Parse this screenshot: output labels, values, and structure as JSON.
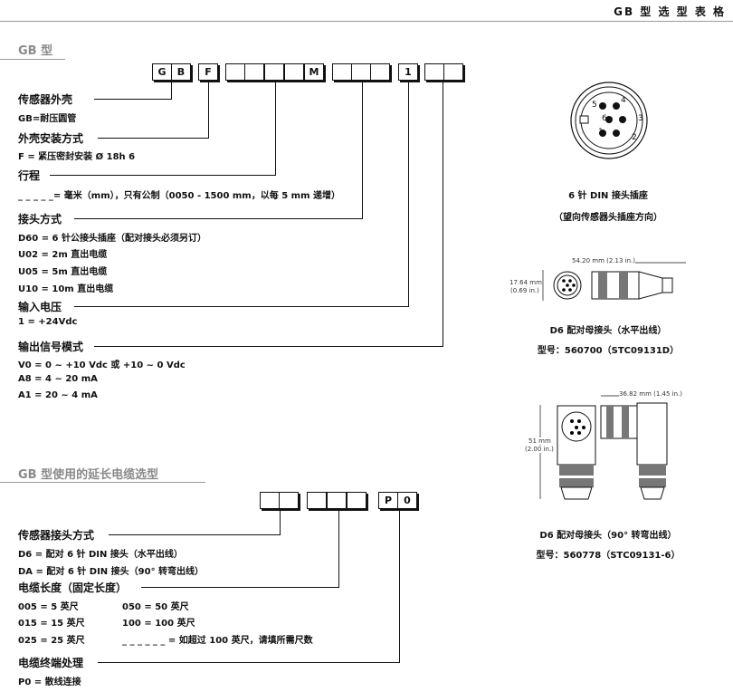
{
  "title": "GB 型 选 型 表 格",
  "section1": {
    "heading": "GB 型",
    "code_cells": [
      "G",
      "B",
      "F",
      "",
      "",
      "",
      "",
      "M",
      "",
      "",
      "",
      "1",
      "",
      ""
    ],
    "groups": [
      {
        "label": "传感器外壳",
        "lines": [
          "GB=耐压圆管"
        ]
      },
      {
        "label": "外壳安装方式",
        "lines": [
          "F = 紧压密封安装 Ø 18h 6"
        ]
      },
      {
        "label": "行程",
        "lines": [
          "_ _ _ _ _= 毫米（mm），只有公制（0050 - 1500 mm，以每 5 mm 递增）"
        ]
      },
      {
        "label": "接头方式",
        "lines": [
          "D60 = 6 针公接头插座（配对接头必须另订）",
          "U02 = 2m   直出电缆",
          "U05 = 5m   直出电缆",
          "U10 = 10m 直出电缆"
        ]
      },
      {
        "label": "输入电压",
        "lines": [
          "1 =  +24Vdc"
        ]
      },
      {
        "label": "输出信号模式",
        "lines": [
          "V0 = 0 ~ +10 Vdc  或 +10 ~ 0 Vdc",
          "A8 = 4 ~ 20 mA",
          "A1 = 20 ~ 4 mA"
        ]
      }
    ]
  },
  "section2": {
    "heading": "GB 型使用的延长电缆选型",
    "code_cells": [
      "",
      "",
      "",
      "",
      "",
      "P",
      "0"
    ],
    "g1": {
      "label": "传感器接头方式",
      "lines": [
        "D6 = 配对 6 针 DIN 接头（水平出线）",
        "DA = 配对 6 针 DIN 接头（90° 转弯出线）"
      ]
    },
    "g2": {
      "label": "电缆长度（固定长度）",
      "col1": [
        "005 = 5   英尺",
        "015 = 15 英尺",
        "025 = 25 英尺"
      ],
      "col2": [
        "050 =  50   英尺",
        "100 =  100 英尺",
        "_ _  _ _  _ _ = 如超过 100 英尺，请填所需尺数"
      ]
    },
    "g3": {
      "label": "电缆终端处理",
      "lines": [
        "P0   = 散线连接"
      ]
    }
  },
  "socket": {
    "pins": [
      "1",
      "2",
      "3",
      "4",
      "5",
      "6"
    ],
    "caption1": "6 针 DIN 接头插座",
    "caption2": "（望向传感器头插座方向）"
  },
  "d6": {
    "dim_len": "54.20 mm (2.13 in.)",
    "dim_dia1": "17.64 mm",
    "dim_dia2": "(0.69 in.)",
    "caption1": "D6 配对母接头（水平出线）",
    "caption2": "型号：560700（STC09131D）"
  },
  "da": {
    "dim_len": "36.82 mm (1.45 in.)",
    "dim_h1": "51 mm",
    "dim_h2": "(2.00 in.)",
    "caption1": "D6 配对母接头（90° 转弯出线）",
    "caption2": "型号：560778（STC09131-6）"
  }
}
